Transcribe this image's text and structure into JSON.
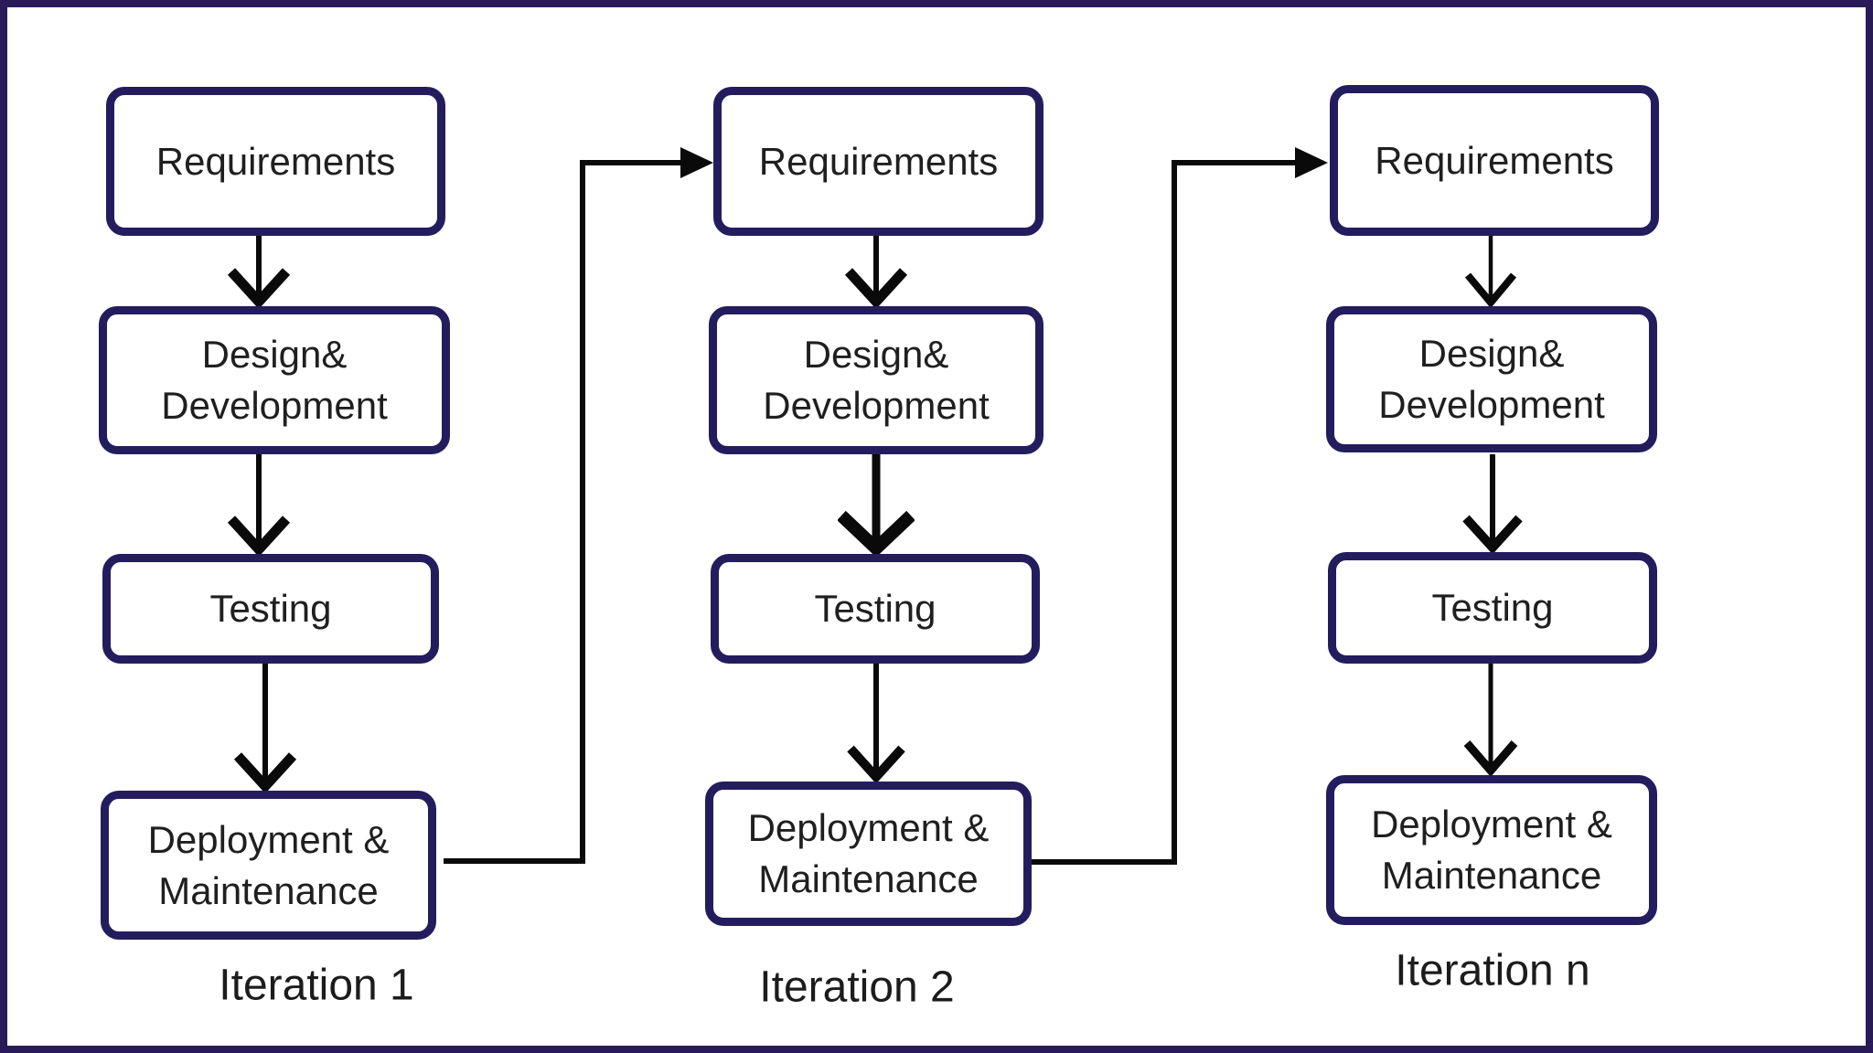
{
  "diagram": {
    "type": "iterative-development-process-flowchart",
    "columns": [
      {
        "label": "Iteration 1",
        "boxes": [
          {
            "lines": [
              "Requirements"
            ]
          },
          {
            "lines": [
              "Design&",
              "Development"
            ]
          },
          {
            "lines": [
              "Testing"
            ]
          },
          {
            "lines": [
              "Deployment &",
              "Maintenance"
            ]
          }
        ]
      },
      {
        "label": "Iteration 2",
        "boxes": [
          {
            "lines": [
              "Requirements"
            ]
          },
          {
            "lines": [
              "Design&",
              "Development"
            ]
          },
          {
            "lines": [
              "Testing"
            ]
          },
          {
            "lines": [
              "Deployment &",
              "Maintenance"
            ]
          }
        ]
      },
      {
        "label": "Iteration n",
        "boxes": [
          {
            "lines": [
              "Requirements"
            ]
          },
          {
            "lines": [
              "Design&",
              "Development"
            ]
          },
          {
            "lines": [
              "Testing"
            ]
          },
          {
            "lines": [
              "Deployment &",
              "Maintenance"
            ]
          }
        ]
      }
    ],
    "flow_within_each_column": [
      "Requirements",
      "Design& Development",
      "Testing",
      "Deployment & Maintenance"
    ],
    "connectors": [
      {
        "from": "iteration-1-deployment-maintenance",
        "to": "iteration-2-requirements",
        "style": "elbow-right-up-right-arrow"
      },
      {
        "from": "iteration-2-deployment-maintenance",
        "to": "iteration-3-requirements",
        "style": "elbow-right-up-right-arrow"
      }
    ],
    "colors": {
      "frame_border": "#2a1a57",
      "box_border": "#231d5e",
      "box_fill": "#ffffff",
      "arrow": "#0a0a0a",
      "text": "#1f1f1f",
      "background": "#ffffff"
    }
  }
}
